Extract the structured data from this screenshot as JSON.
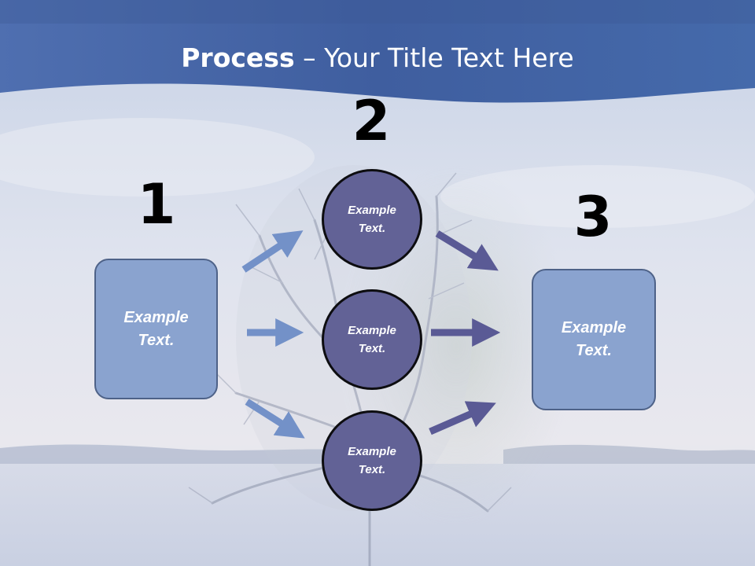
{
  "slide": {
    "title_bold": "Process",
    "title_dash": "–",
    "title_rest": "Your Title Text Here",
    "colors": {
      "header_blue": "#4a6aae",
      "box_fill": "#8aa3cf",
      "circle_fill": "#626296",
      "arrow_light": "#7391c8",
      "arrow_dark": "#5a5a95"
    }
  },
  "steps": {
    "step1": {
      "number": "1",
      "box_text": "Example\nText."
    },
    "step2": {
      "number": "2",
      "circles": [
        {
          "text": "Example\nText."
        },
        {
          "text": "Example\nText."
        },
        {
          "text": "Example\nText."
        }
      ]
    },
    "step3": {
      "number": "3",
      "box_text": "Example\nText."
    }
  }
}
